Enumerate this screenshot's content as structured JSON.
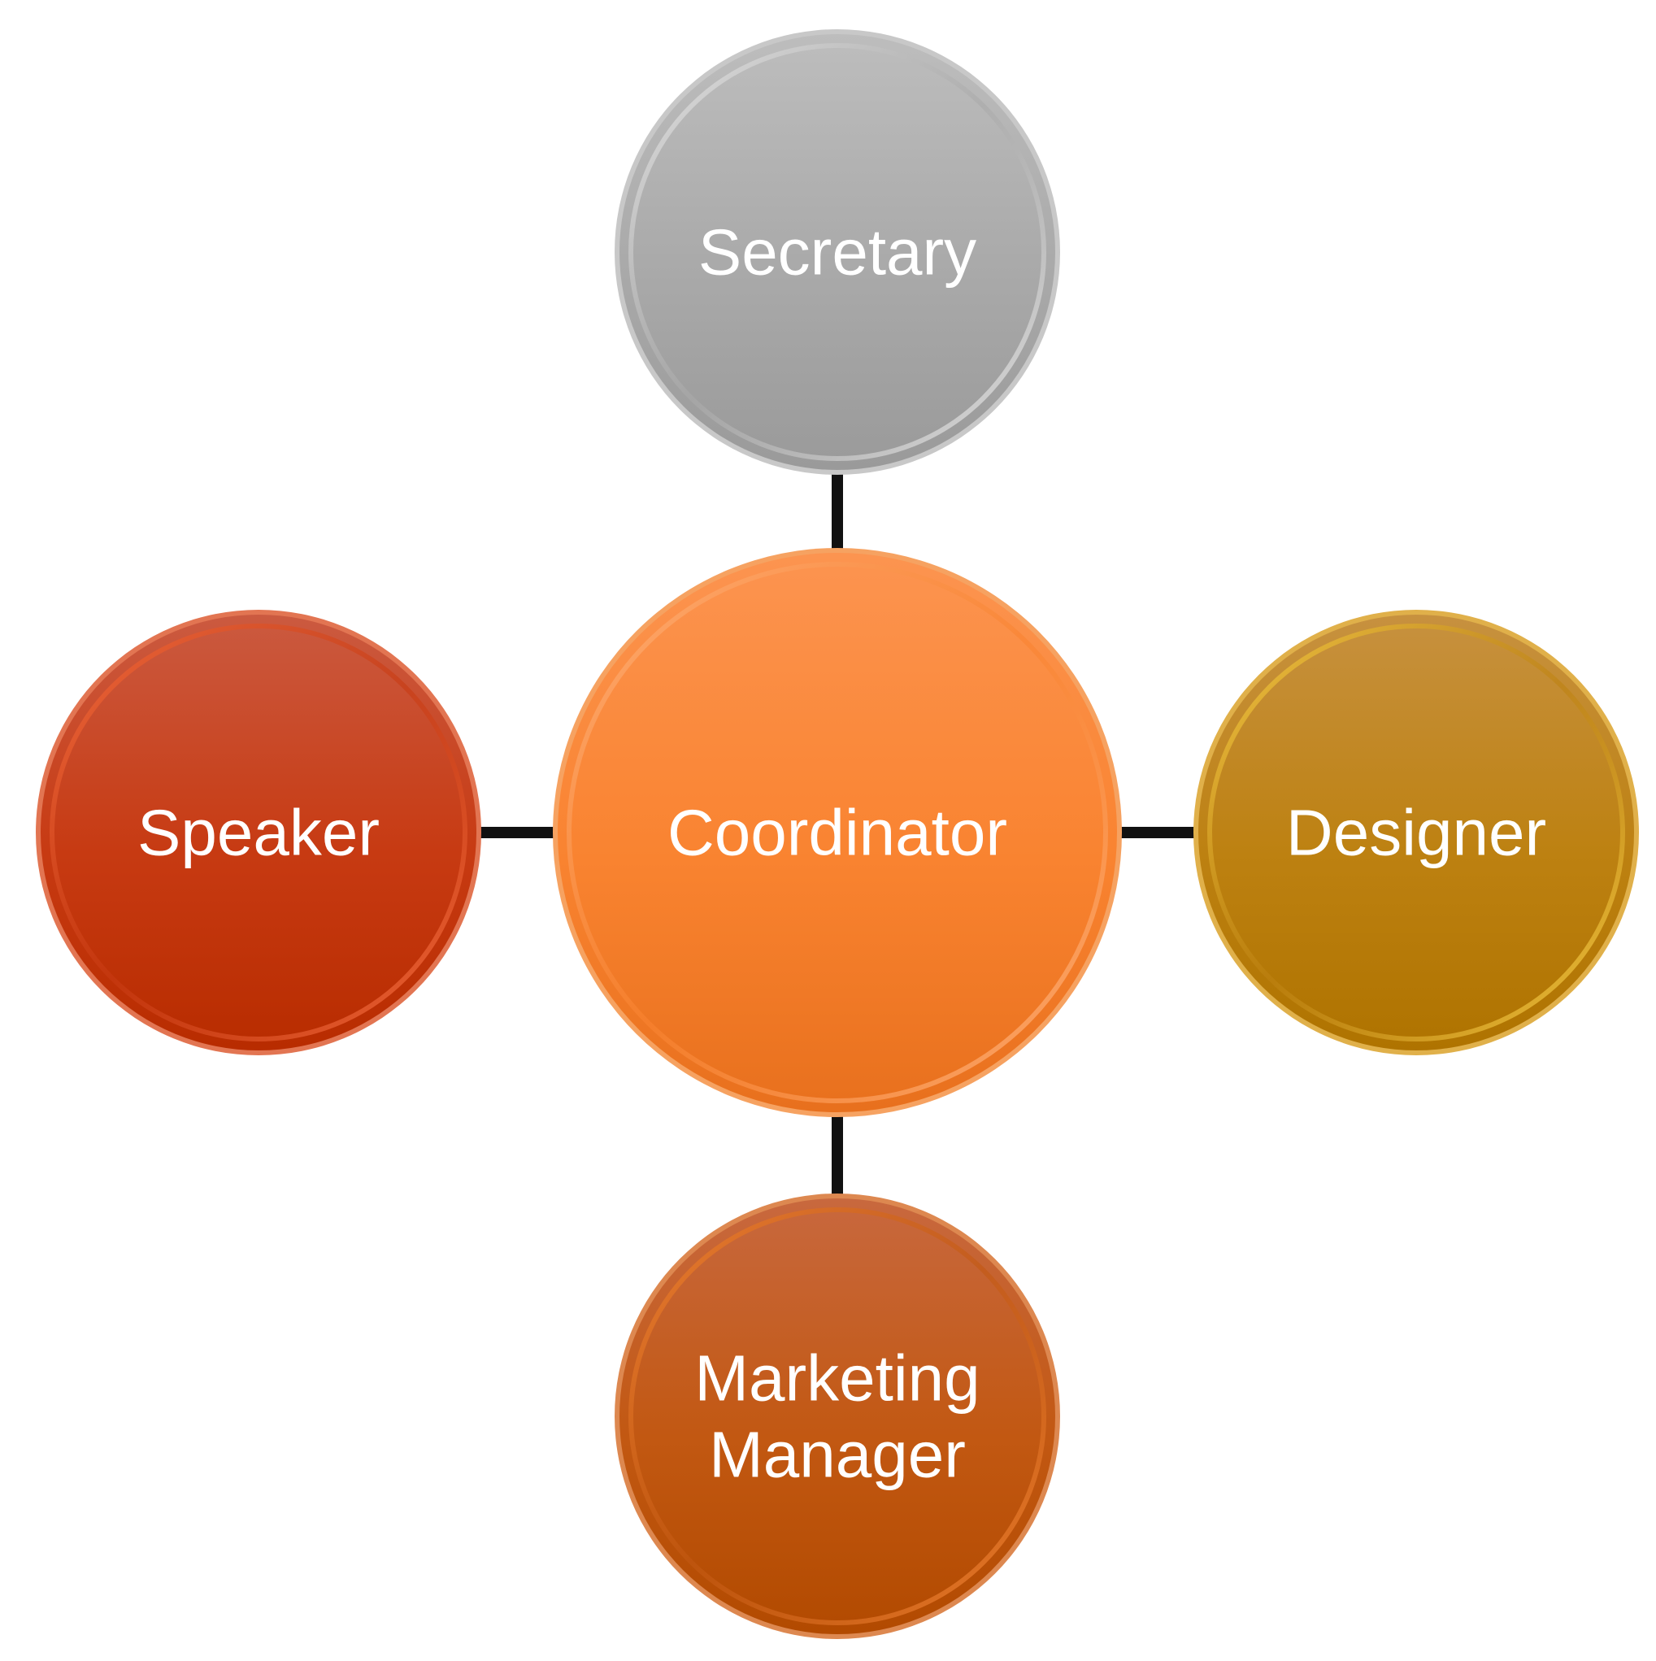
{
  "diagram": {
    "center": {
      "lines": [
        "Coordinator"
      ],
      "colors": {
        "top": "#FC9450",
        "mid": "#F98330",
        "bottom": "#E8701D",
        "ring": "#FDB07A",
        "rim": "#F6A261"
      }
    },
    "nodes": [
      {
        "id": "secretary",
        "lines": [
          "Secretary"
        ],
        "colors": {
          "top": "#BDBDBD",
          "mid": "#A9A9A9",
          "bottom": "#9A9A9A",
          "ring": "#E6E6E6",
          "rim": "#C8C8C8"
        }
      },
      {
        "id": "speaker",
        "lines": [
          "Speaker"
        ],
        "colors": {
          "top": "#CB5A40",
          "mid": "#C73A12",
          "bottom": "#B82C00",
          "ring": "#F26A3C",
          "rim": "#E27552"
        }
      },
      {
        "id": "designer",
        "lines": [
          "Designer"
        ],
        "colors": {
          "top": "#C7913F",
          "mid": "#BD8111",
          "bottom": "#AF7300",
          "ring": "#F5CB44",
          "rim": "#E0B04A"
        }
      },
      {
        "id": "marketing-manager",
        "lines": [
          "Marketing",
          "Manager"
        ],
        "colors": {
          "top": "#C8683E",
          "mid": "#C25812",
          "bottom": "#B24A00",
          "ring": "#EE8030",
          "rim": "#DD8850"
        }
      }
    ],
    "connector_color": "#111111"
  }
}
